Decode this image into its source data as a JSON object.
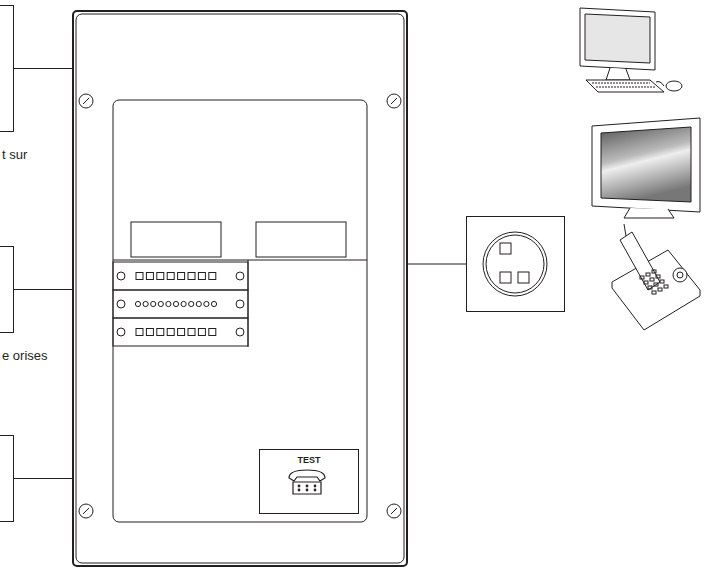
{
  "diagram": {
    "nodes": [
      {
        "text": [
          "t sur"
        ]
      },
      {
        "text": [
          "e orises"
        ]
      },
      {
        "text": []
      },
      {
        "text": []
      },
      {
        "text": [
          "TEST"
        ],
        "in": 3
      },
      {
        "text": []
      }
    ],
    "edges": [
      {
        "from": 0,
        "to": 3,
        "arrow": "none"
      },
      {
        "from": 1,
        "to": 3,
        "arrow": "none"
      },
      {
        "from": 2,
        "to": 3,
        "arrow": "none"
      },
      {
        "from": 3,
        "to": 5,
        "arrow": "none"
      }
    ]
  }
}
